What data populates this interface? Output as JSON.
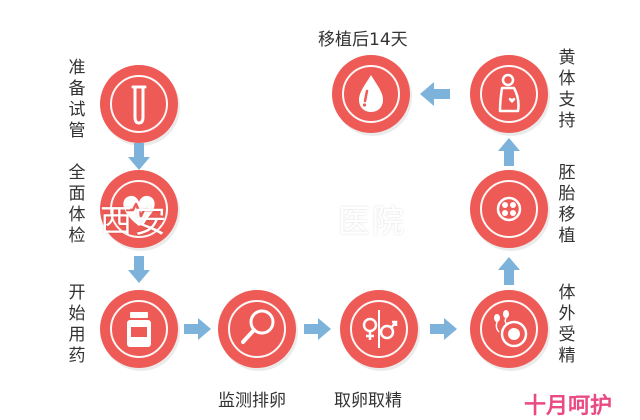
{
  "steps": [
    {
      "label": "准备试管",
      "icon": "test-tube-icon"
    },
    {
      "label": "全面体检",
      "icon": "heart-icon"
    },
    {
      "label": "开始用药",
      "icon": "medicine-bottle-icon"
    },
    {
      "label": "监测排卵",
      "icon": "magnifier-icon"
    },
    {
      "label": "取卵取精",
      "icon": "male-female-icon"
    },
    {
      "label": "体外受精",
      "icon": "sperm-egg-icon"
    },
    {
      "label": "胚胎移植",
      "icon": "embryo-icon"
    },
    {
      "label": "黄体支持",
      "icon": "pregnant-woman-icon"
    },
    {
      "label": "移植后14天",
      "icon": "blood-drop-icon"
    }
  ],
  "watermark": "西安　　　　　医院",
  "logo": "十月呵护",
  "colors": {
    "circle": "#ee5a55",
    "arrow": "#7db3da",
    "text": "#333333",
    "logo": "#e94a83"
  }
}
